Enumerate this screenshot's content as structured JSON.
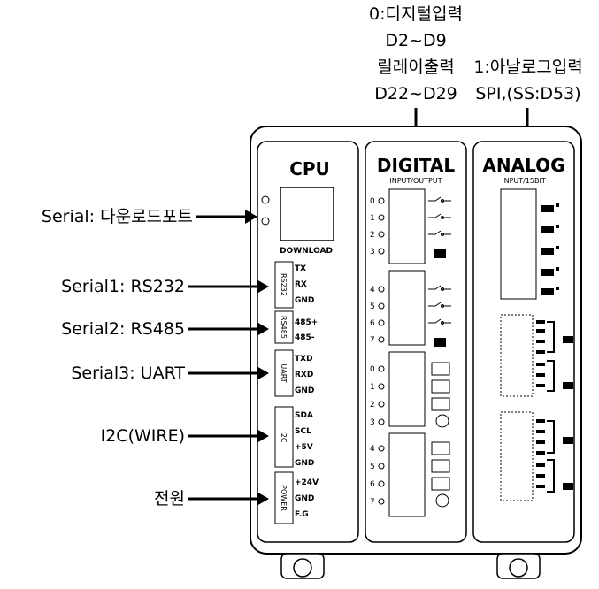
{
  "top_annotations": {
    "digital_line1": "0:디지털입력",
    "digital_line2": "D2~D9",
    "digital_line3": "릴레이출력",
    "digital_line4": "D22~D29",
    "analog_line1": "1:아날로그입력",
    "analog_line2": "SPI,(SS:D53)"
  },
  "left_callouts": {
    "serial": "Serial: 다운로드포트",
    "serial1": "Serial1: RS232",
    "serial2": "Serial2: RS485",
    "serial3": "Serial3: UART",
    "i2c": "I2C(WIRE)",
    "power": "전원"
  },
  "cpu": {
    "title": "CPU",
    "download": "DOWNLOAD",
    "rs232_tag": "RS232",
    "rs232_pins": [
      "TX",
      "RX",
      "GND"
    ],
    "rs485_tag": "RS485",
    "rs485_pins": [
      "485+",
      "485-"
    ],
    "uart_tag": "UART",
    "uart_pins": [
      "TXD",
      "RXD",
      "GND"
    ],
    "i2c_tag": "I2C",
    "i2c_pins": [
      "SDA",
      "SCL",
      "+5V",
      "GND"
    ],
    "power_tag": "POWER",
    "power_pins": [
      "+24V",
      "GND",
      "F.G"
    ]
  },
  "digital": {
    "title": "DIGITAL",
    "subtitle": "INPUT/OUTPUT",
    "inputs": [
      "0",
      "1",
      "2",
      "3",
      "4",
      "5",
      "6",
      "7"
    ],
    "outputs": [
      "0",
      "1",
      "2",
      "3",
      "4",
      "5",
      "6",
      "7"
    ]
  },
  "analog": {
    "title": "ANALOG",
    "subtitle": "INPUT/15BIT"
  },
  "colors": {
    "ink": "#000000",
    "panel": "#ffffff"
  }
}
